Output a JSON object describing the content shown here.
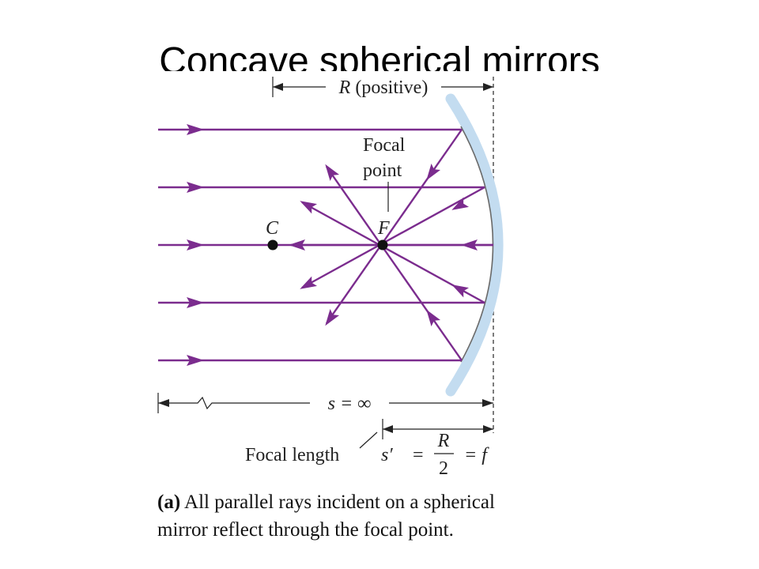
{
  "slide": {
    "title": "Concave spherical mirrors"
  },
  "diagram": {
    "r_label": "R (positive)",
    "focal_point_label_line1": "Focal",
    "focal_point_label_line2": "point",
    "center_label": "C",
    "focus_label": "F",
    "s_label": "s = ∞",
    "focal_length_label": "Focal length",
    "s_prime": "s′",
    "eq1": "=",
    "r_num": "R",
    "r_den": "2",
    "eq2": "= f",
    "caption_bold": "(a)",
    "caption_line1": "All parallel rays incident on a spherical",
    "caption_line2": "mirror reflect through the focal point.",
    "colors": {
      "ray": "#7b2c8e",
      "mirror": "#c3dcf0",
      "text": "#222222"
    }
  }
}
